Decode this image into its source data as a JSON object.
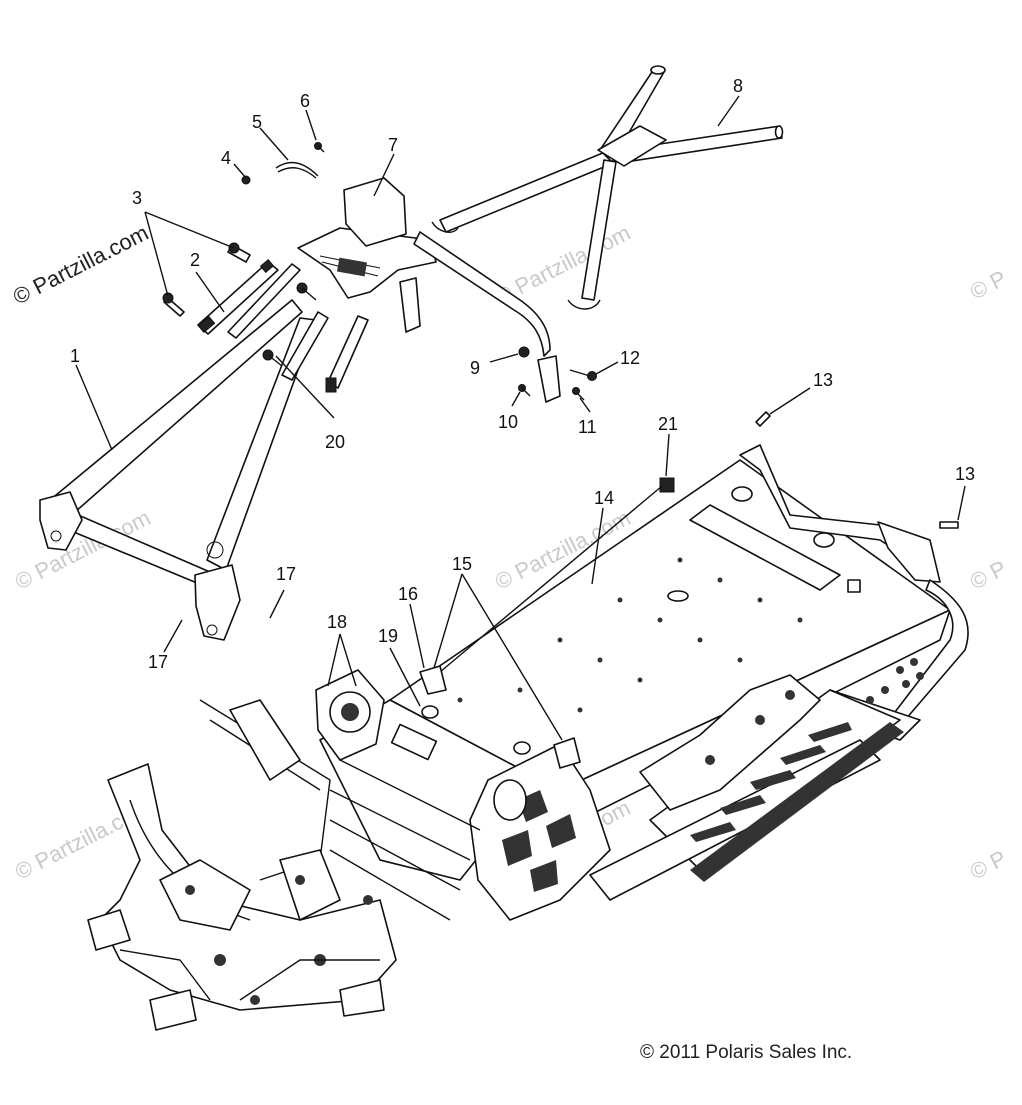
{
  "watermark": {
    "text": "© Partzilla.com",
    "corner_prefix": "© P"
  },
  "copyright": "© 2011 Polaris Sales Inc.",
  "callouts": [
    "1",
    "2",
    "3",
    "4",
    "5",
    "6",
    "7",
    "8",
    "9",
    "10",
    "11",
    "12",
    "13",
    "13",
    "14",
    "15",
    "16",
    "17",
    "17",
    "18",
    "19",
    "20",
    "21"
  ]
}
